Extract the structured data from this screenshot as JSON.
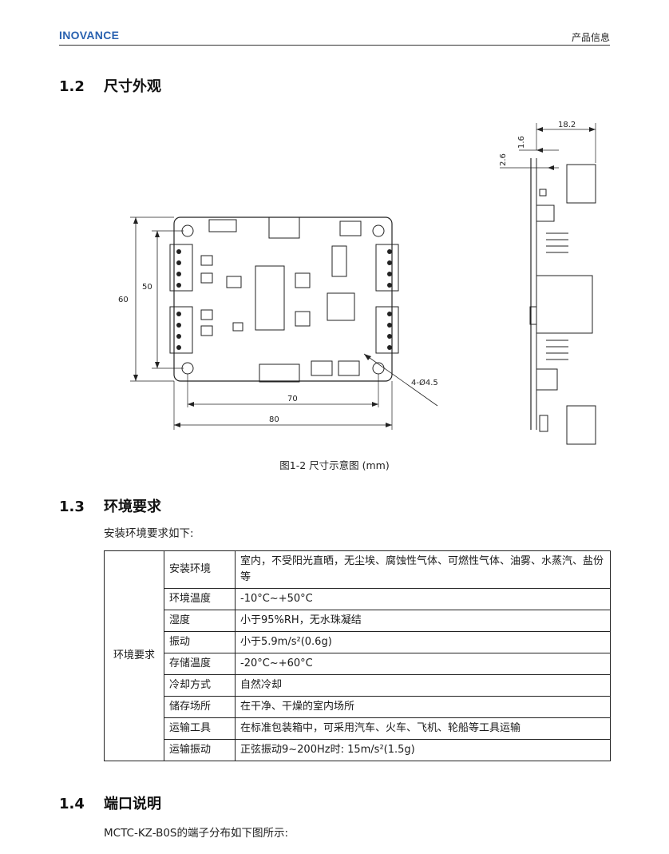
{
  "header": {
    "brand": "INOVANCE",
    "section": "产品信息"
  },
  "sections": {
    "s12": {
      "num": "1.2",
      "title": "尺寸外观"
    },
    "s13": {
      "num": "1.3",
      "title": "环境要求",
      "intro": "安装环境要求如下:"
    },
    "s14": {
      "num": "1.4",
      "title": "端口说明",
      "intro": "MCTC-KZ-B0S的端子分布如下图所示:"
    }
  },
  "figure": {
    "caption": "图1-2 尺寸示意图 (mm)",
    "dims": {
      "width_outer": "80",
      "width_holes": "70",
      "height_outer": "60",
      "height_holes": "50",
      "hole": "4-Ø4.5",
      "side_depth": "18.2",
      "side_a": "1.6",
      "side_b": "2.6"
    }
  },
  "environment": {
    "group": "环境要求",
    "rows": [
      {
        "key": "安装环境",
        "value": "室内，不受阳光直晒，无尘埃、腐蚀性气体、可燃性气体、油雾、水蒸汽、盐份等"
      },
      {
        "key": "环境温度",
        "value": "-10°C~+50°C"
      },
      {
        "key": "湿度",
        "value": "小于95%RH，无水珠凝结"
      },
      {
        "key": "振动",
        "value": "小于5.9m/s²(0.6g)"
      },
      {
        "key": "存储温度",
        "value": "-20°C~+60°C"
      },
      {
        "key": "冷却方式",
        "value": "自然冷却"
      },
      {
        "key": "储存场所",
        "value": "在干净、干燥的室内场所"
      },
      {
        "key": "运输工具",
        "value": "在标准包装箱中，可采用汽车、火车、飞机、轮船等工具运输"
      },
      {
        "key": "运输振动",
        "value": "正弦振动9~200Hz时: 15m/s²(1.5g)"
      }
    ]
  }
}
